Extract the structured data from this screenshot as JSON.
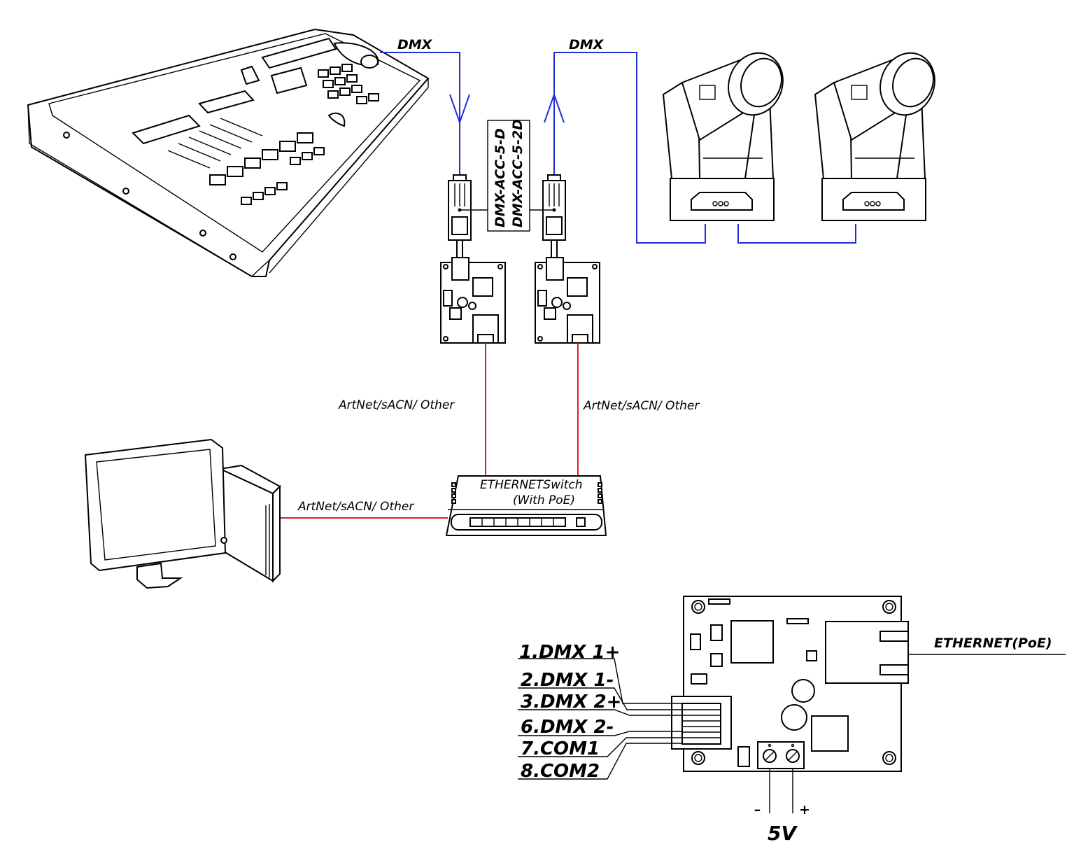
{
  "labels": {
    "dmx_left": "DMX",
    "dmx_right": "DMX",
    "model_1": "DMX-ACC-5-D",
    "model_2": "DMX-ACC-5-2D",
    "net_left": "ArtNet/sACN/ Other",
    "net_right": "ArtNet/sACN/ Other",
    "net_pc": "ArtNet/sACN/ Other",
    "switch_line1": "ETHERNETSwitch",
    "switch_line2": "(With PoE)",
    "ethernet_poe": "ETHERNET(PoE)",
    "voltage": "5V",
    "minus": "–",
    "plus": "+"
  },
  "pins": [
    "1.DMX 1+",
    "2.DMX 1-",
    "3.DMX 2+",
    "6.DMX 2-",
    "7.COM1",
    "8.COM2"
  ],
  "colors": {
    "dmx_wire": "#1f2fd6",
    "ethernet_wire": "#e02020",
    "outline": "#000000"
  },
  "icons": [
    "lighting-console-icon",
    "moving-head-light-icon",
    "computer-monitor-icon",
    "ethernet-switch-icon",
    "dmx-node-board-icon",
    "xlr-connector-icon",
    "terminal-block-icon"
  ]
}
